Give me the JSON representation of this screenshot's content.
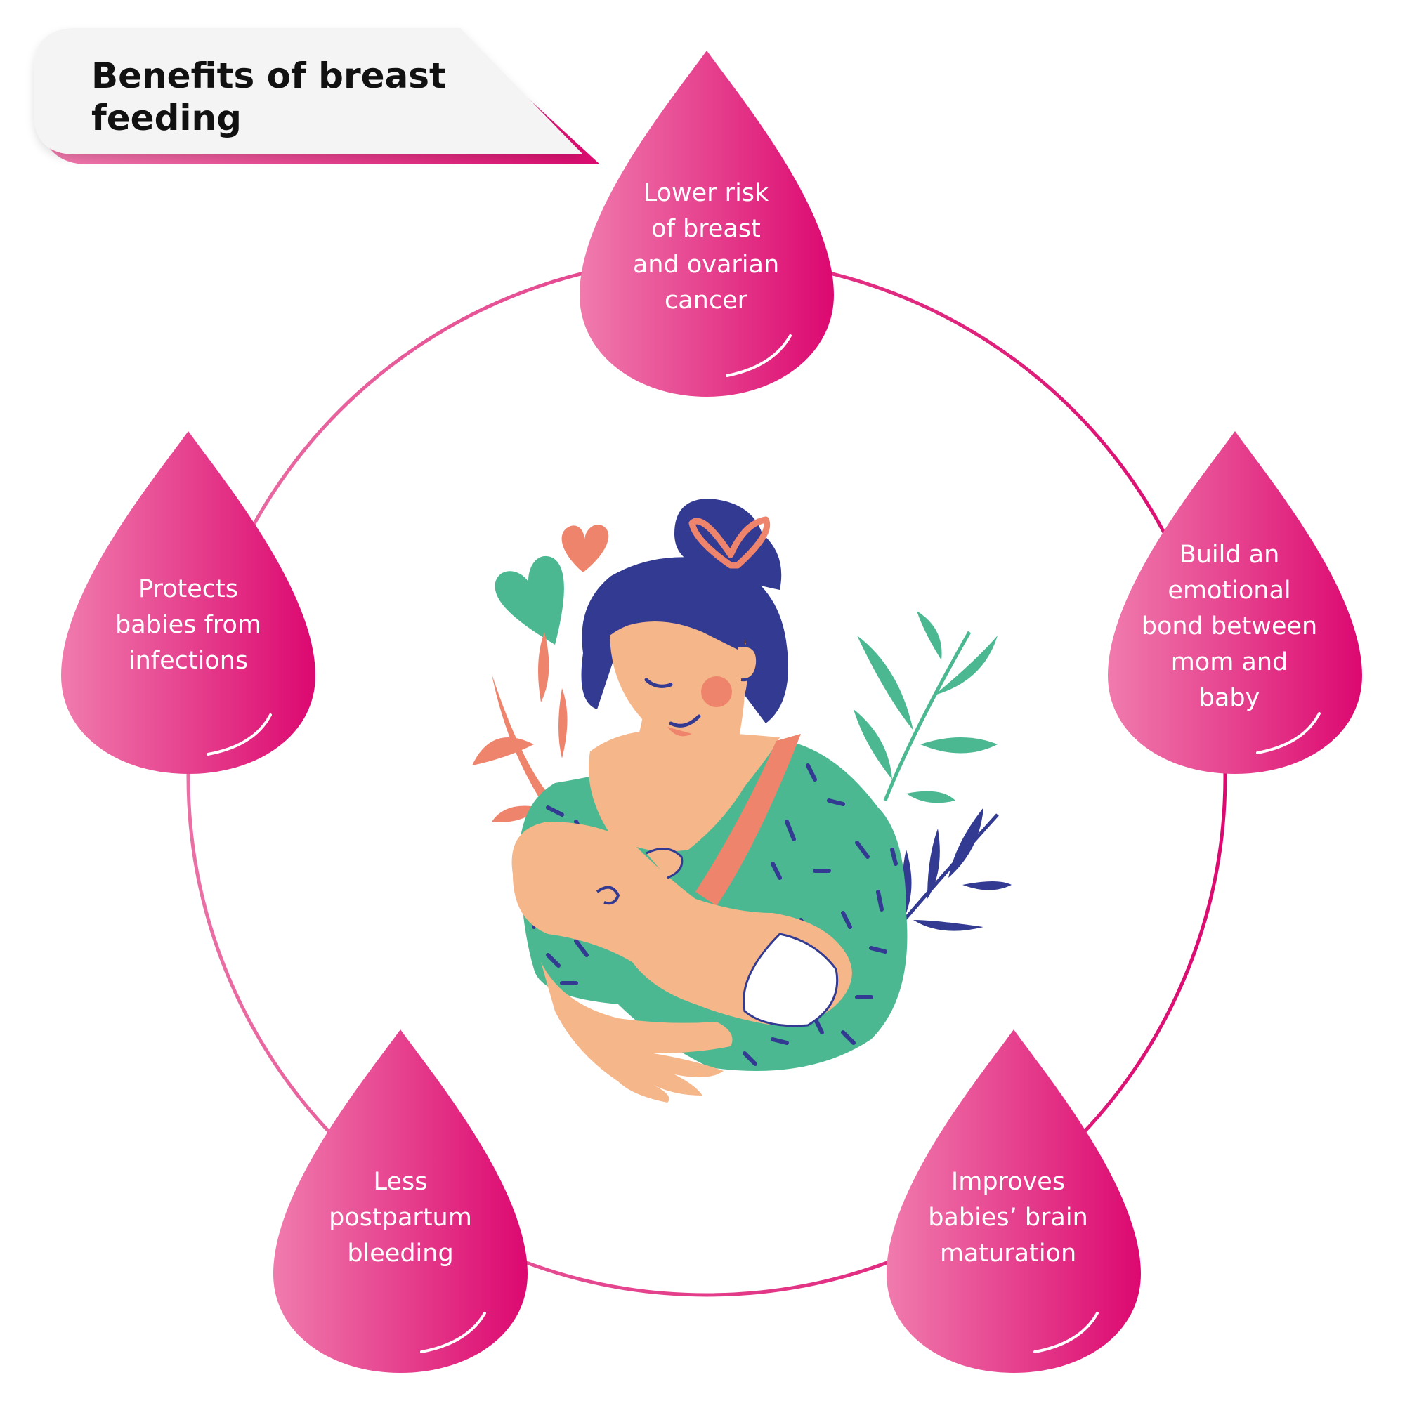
{
  "title": {
    "line1": "Benefits of breast",
    "line2": "feeding"
  },
  "benefits": [
    {
      "text": "Lower risk\nof breast\nand ovarian\ncancer"
    },
    {
      "text": "Protects\nbabies from\ninfections"
    },
    {
      "text": "Build an\nemotional\nbond between\nmom and\nbaby"
    },
    {
      "text": "Less\npostpartum\nbleeding"
    },
    {
      "text": "Improves\nbabies’ brain\nmaturation"
    }
  ],
  "colors": {
    "drop_light": "#ee78aa",
    "drop_dark": "#dd0a70",
    "ring": "#e0397f",
    "hair": "#323a91",
    "skin": "#f5b68a",
    "dress": "#4bb891",
    "coral": "#ef846c"
  },
  "illustration": "mother-breastfeeding-baby"
}
